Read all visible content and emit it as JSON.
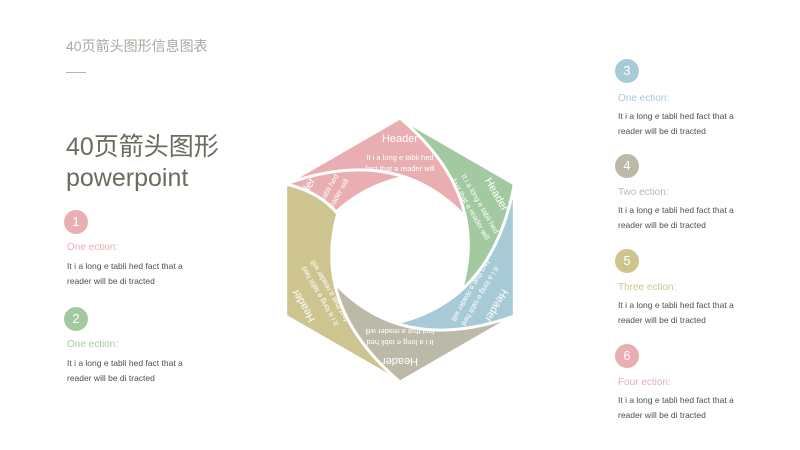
{
  "slide": {
    "subtitle": "40页箭头图形信息图表",
    "title_line1": "40页箭头图形",
    "title_line2": "powerpoint"
  },
  "colors": {
    "pink": "#e9aeb1",
    "green": "#a3c9a1",
    "blue": "#a6cbd7",
    "taupe": "#bcb9a8",
    "olive": "#cdc48f",
    "title_text": "#6c6b5d"
  },
  "left_items": [
    {
      "number": "1",
      "title": "One  ection:",
      "line1": "It i  a long e tabli hed fact that a",
      "line2": "reader will be di tracted",
      "color": "#e9aeb1"
    },
    {
      "number": "2",
      "title": "One  ection:",
      "line1": "It i  a long e tabli hed fact that a",
      "line2": "reader will be di tracted",
      "color": "#a3c9a1"
    }
  ],
  "right_items": [
    {
      "number": "3",
      "title": "One  ection:",
      "line1": "It i  a long e tabli hed fact that a",
      "line2": "reader will be di tracted",
      "color": "#a6cbd7"
    },
    {
      "number": "4",
      "title": "Two  ection:",
      "line1": "It i  a long e tabli hed fact that a",
      "line2": "reader will be di tracted",
      "color": "#bcb9a8"
    },
    {
      "number": "5",
      "title": "Three  ection:",
      "line1": "It i  a long e tabli hed fact that a",
      "line2": "reader will be di tracted",
      "color": "#cdc48f"
    },
    {
      "number": "6",
      "title": "Four  ection:",
      "line1": "It i  a long e tabli hed fact that a",
      "line2": "reader will be di tracted",
      "color": "#e9aeb1"
    }
  ],
  "segments": [
    {
      "header": "Header",
      "line1": "It i  a long e tabli hed",
      "line2": "fact that a reader will",
      "color": "#e9aeb1"
    },
    {
      "header": "Header",
      "line1": "It i  a long e tabli hed",
      "line2": "fact that a reader will",
      "color": "#e9aeb1"
    },
    {
      "header": "Header",
      "line1": "It i  a long e tabli hed",
      "line2": "fact that a reader will",
      "color": "#a3c9a1"
    },
    {
      "header": "Header",
      "line1": "It i  a long e tabli hed",
      "line2": "fact that a reader will",
      "color": "#a6cbd7"
    },
    {
      "header": "Header",
      "line1": "It i  a long e tabli hed",
      "line2": "fact that a reader will",
      "color": "#bcb9a8"
    },
    {
      "header": "Header",
      "line1": "It i  a long e tabli hed",
      "line2": "fact that a reader will",
      "color": "#cdc48f"
    }
  ]
}
